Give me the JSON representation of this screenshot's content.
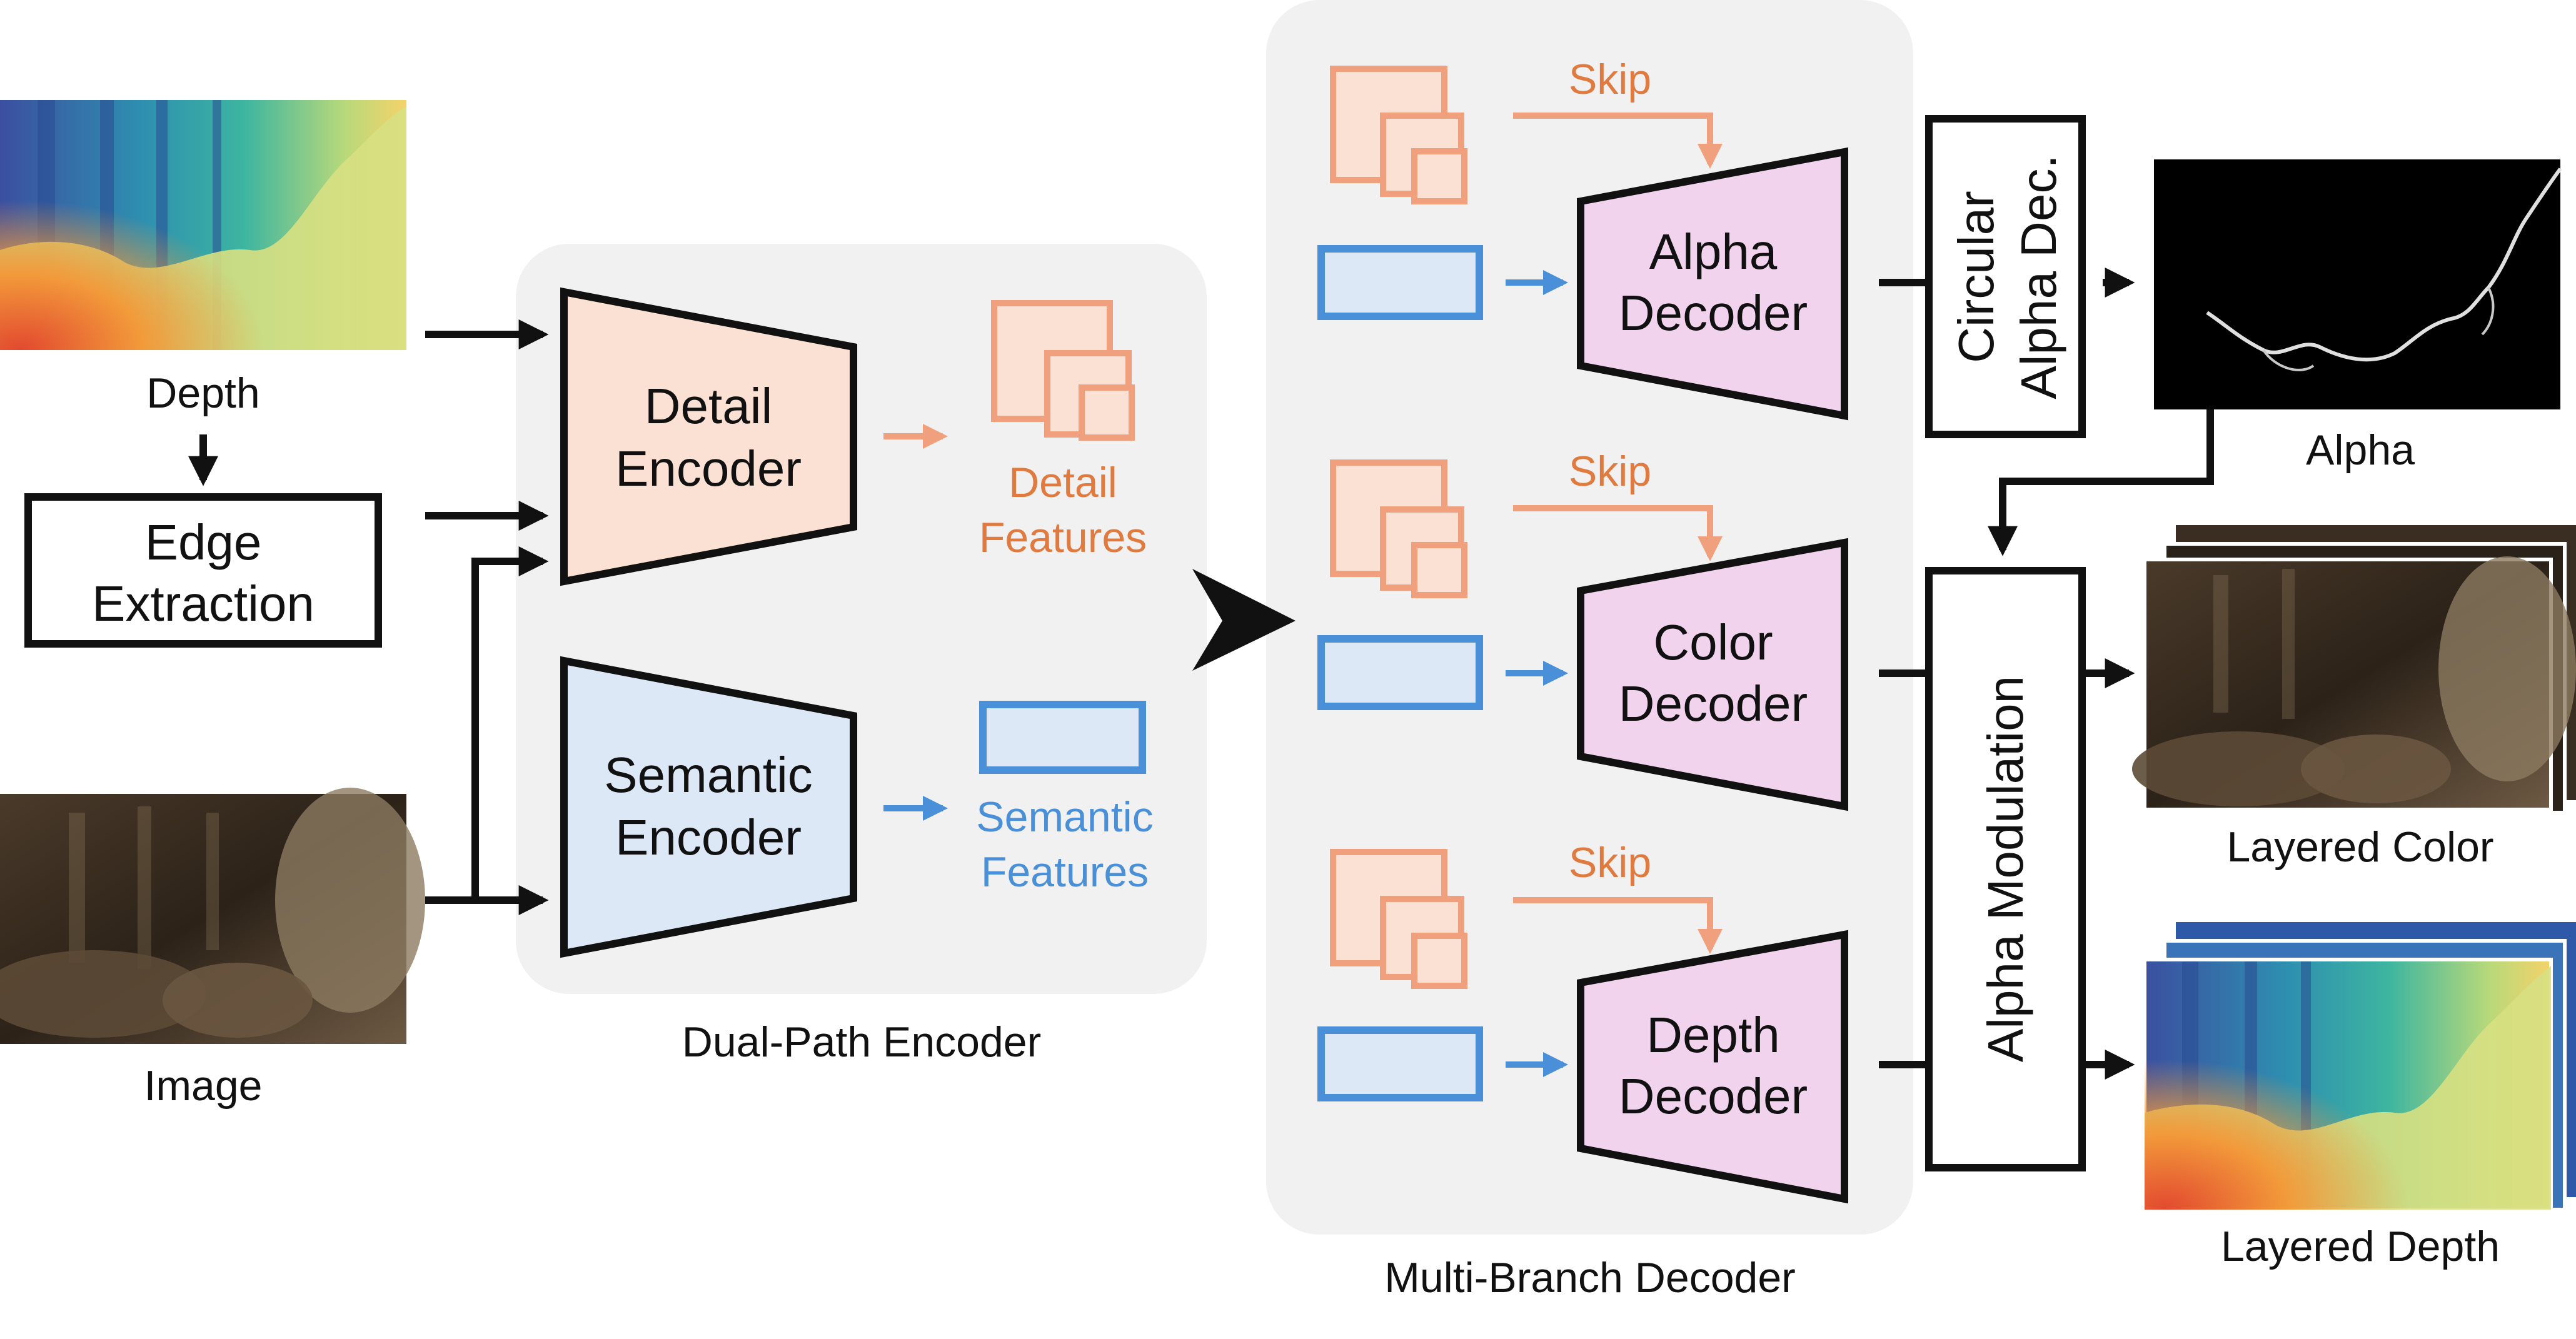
{
  "colors": {
    "orange": "#F0A07C",
    "orange_fill": "#FBE1D3",
    "orange_text": "#E07A3E",
    "blue": "#4A90D9",
    "blue_fill": "#DCE8F5",
    "purple_fill": "#F1D3EE",
    "panel": "#F1F1F1",
    "black": "#111111"
  },
  "inputs": {
    "depth_label": "Depth",
    "edge_label_1": "Edge",
    "edge_label_2": "Extraction",
    "image_label": "Image"
  },
  "encoder": {
    "panel_label": "Dual-Path Encoder",
    "detail_1": "Detail",
    "detail_2": "Encoder",
    "semantic_1": "Semantic",
    "semantic_2": "Encoder",
    "detail_feat_1": "Detail",
    "detail_feat_2": "Features",
    "semantic_feat_1": "Semantic",
    "semantic_feat_2": "Features"
  },
  "decoder": {
    "panel_label": "Multi-Branch Decoder",
    "skip": "Skip",
    "alpha_1": "Alpha",
    "alpha_2": "Decoder",
    "color_1": "Color",
    "color_2": "Decoder",
    "depth_1": "Depth",
    "depth_2": "Decoder"
  },
  "outputs": {
    "circular_1": "Circular",
    "circular_2": "Alpha Dec.",
    "alpha_label": "Alpha",
    "modulation": "Alpha Modulation",
    "layered_color": "Layered Color",
    "layered_depth": "Layered Depth"
  },
  "icons": {
    "depth_image": "depth-map-thumbnail",
    "rgb_image": "photo-thumbnail",
    "alpha_image": "alpha-matte-thumbnail",
    "merge_arrow": "chevron-arrow"
  }
}
